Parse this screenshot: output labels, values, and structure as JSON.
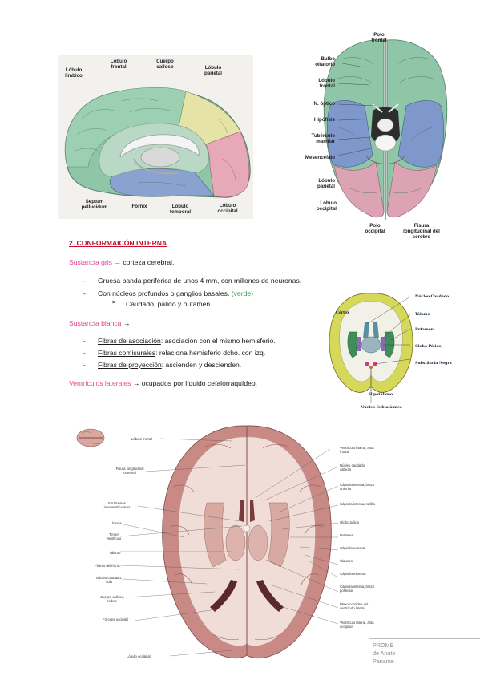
{
  "figure_sagittal": {
    "labels": {
      "lobulo_limbico": "Lóbulo límbico",
      "lobulo_frontal": "Lóbulo frontal",
      "cuerpo_calloso": "Cuerpo calloso",
      "lobulo_parietal": "Lóbulo parietal",
      "septum": "Septum pellucidum",
      "fornix": "Fórnix",
      "lobulo_temporal": "Lóbulo temporal",
      "lobulo_occipital": "Lóbulo occipital"
    }
  },
  "figure_inferior": {
    "labels": {
      "polo_frontal": "Polo frontal",
      "bulbo_olfatorio": "Bulbo olfatorio",
      "lobulo_frontal": "Lóbulo frontal",
      "n_optico": "N. óptico",
      "hipofisis": "Hipófisis",
      "tuberculo_mamilar": "Tubérculo mamilar",
      "mesencefalo": "Mesencéfalo",
      "lobulo_parietal": "Lóbulo parietal",
      "lobulo_occipital": "Lóbulo occipital",
      "polo_occipital": "Polo occipital",
      "fisura": "Fisura longitudinal del cerebro"
    }
  },
  "section": {
    "heading": "2. CONFORMAICÓN INTERNA",
    "gris_label": "Sustancia gris",
    "gris_rest": " → corteza cerebral.",
    "bullet1": "Gruesa banda periférica de unos 4 mm, con millones de neuronas.",
    "bullet2_a": "Con ",
    "bullet2_b": "núcleos",
    "bullet2_c": " profundos o ",
    "bullet2_d": "ganglios basales",
    "bullet2_e": ". ",
    "bullet2_f": "(verde)",
    "sub_bullet": "Caudado, pálido y putamen.",
    "blanca_label": "Sustancia blanca",
    "blanca_rest": " →",
    "fib1_a": "Fibras de asociación",
    "fib1_b": ": asociación con el mismo hemisferio.",
    "fib2_a": "Fibras comisurales",
    "fib2_b": ": relaciona hemisferio dcho. con izq.",
    "fib3_a": "Fibras de proyección",
    "fib3_b": ": ascienden y descienden.",
    "vent_label": "Ventrículos laterales",
    "vent_rest": " → ocupados por líquido cefalorraquídeo."
  },
  "figure_coronal": {
    "labels": {
      "nucleo_caudado": "Núcleo Caudado",
      "talamo": "Tálamo",
      "putamen": "Putamen",
      "globo_palido": "Globo Pálido",
      "sustancia_negra": "Substância Negra",
      "cortex": "Córtex",
      "hipotalamo": "Hipotálamo",
      "nucleo_subtalamico": "Núcleo Subtalámico"
    }
  },
  "figure_axial": {
    "left_labels": {
      "lobulo_frontal": "Lóbulo frontal",
      "fisura": "Fisura longitudinal cerebral",
      "foramenes": "Forámenes interventriculares",
      "insula": "Ínsula",
      "tercer_ventriculo": "Tercer ventrículo",
      "talamo": "Tálamo",
      "pilares_fornix": "Pilares del fórnix",
      "caudado_cola": "Núcleo caudado, cola",
      "cuerpo_calloso": "Cuerpo calloso, rodete",
      "forceps": "Fórceps occipital",
      "lobulo_occipital": "Lóbulo occipital"
    },
    "right_labels": {
      "vent_asta_frontal": "Ventrículo lateral, asta frontal",
      "caudado_cabeza": "Núcleo caudado, cabeza",
      "capsula_anterior": "Cápsula interna, brazo anterior",
      "capsula_rodilla": "Cápsula interna, rodilla",
      "globo_palido": "Globo pálido",
      "putamen": "Putamen",
      "capsula_externa": "Cápsula externa",
      "claustro": "Claustro",
      "capsula_extrema": "Cápsula extrema",
      "capsula_posterior": "Cápsula interna, brazo posterior",
      "plexo": "Plexo coroideo del ventrículo lateral",
      "vent_asta_occipital": "Ventrículo lateral, asta occipital"
    },
    "corner_text": [
      "PROME",
      "de Anato",
      "Paname"
    ]
  },
  "colors": {
    "heading_red": "#c8102e",
    "pink": "#e0478f",
    "green": "#2f9a4a"
  }
}
